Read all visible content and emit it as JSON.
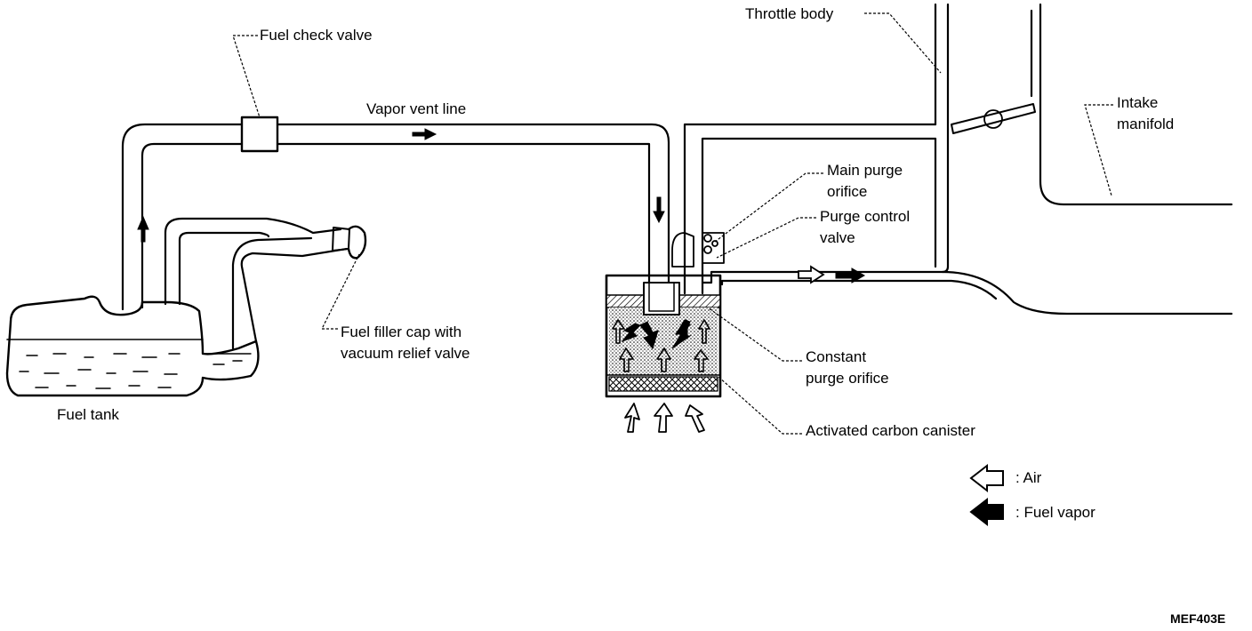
{
  "labels": {
    "throttle_body": "Throttle body",
    "fuel_check_valve": "Fuel check valve",
    "vapor_vent_line": "Vapor vent line",
    "intake_manifold_line1": "Intake",
    "intake_manifold_line2": "manifold",
    "main_purge_orifice_line1": "Main purge",
    "main_purge_orifice_line2": "orifice",
    "purge_control_valve_line1": "Purge control",
    "purge_control_valve_line2": "valve",
    "fuel_filler_cap_line1": "Fuel filler cap with",
    "fuel_filler_cap_line2": "vacuum relief valve",
    "fuel_tank": "Fuel tank",
    "constant_purge_orifice_line1": "Constant",
    "constant_purge_orifice_line2": "purge orifice",
    "activated_carbon_canister": "Activated carbon canister"
  },
  "legend": {
    "air": ": Air",
    "fuel_vapor": ": Fuel vapor"
  },
  "figure_code": "MEF403E"
}
